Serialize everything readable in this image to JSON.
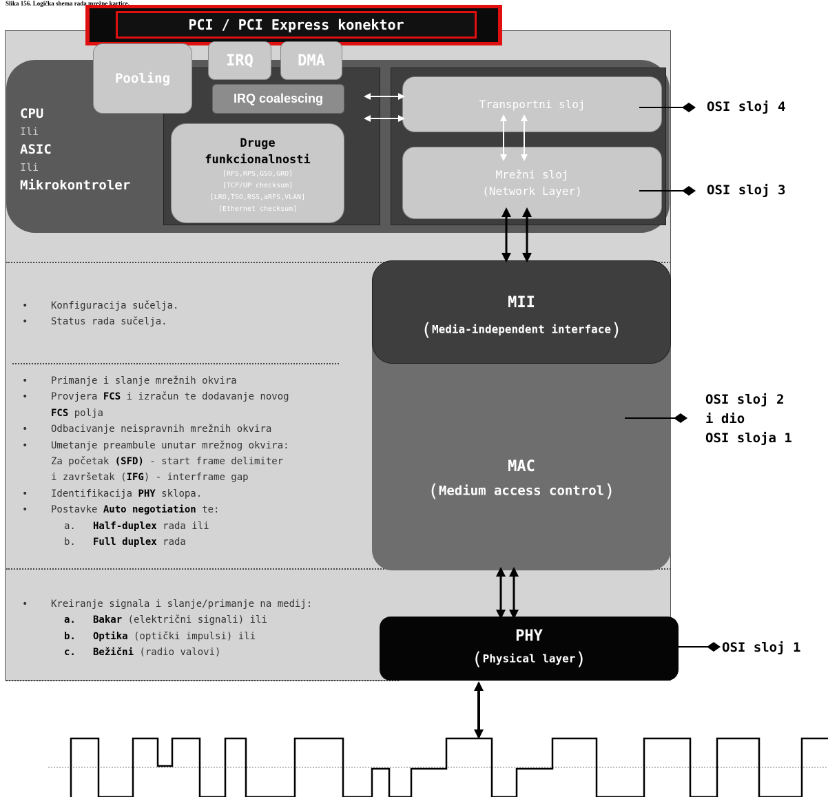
{
  "caption": "Slika 156. Logička shema rada mrežne kartice.",
  "pci": "PCI / PCI Express konektor",
  "cpu": {
    "l1": "CPU",
    "ili1": "Ili",
    "l2": "ASIC",
    "ili2": "Ili",
    "l3": "Mikrokontroler"
  },
  "pooling": "Pooling",
  "irq": "IRQ",
  "dma": "DMA",
  "irq_coalescing": "IRQ coalescing",
  "druge": {
    "title1": "Druge",
    "title2": "funkcionalnosti",
    "lines": [
      "[RFS,RPS,GSO,GRO]",
      "[TCP/UP checksum]",
      "[LRO,TSO,RSS,aRFS,VLAN]",
      "[Ethernet checksum]"
    ]
  },
  "transport": "Transportni sloj",
  "network": {
    "l1": "Mrežni sloj",
    "l2": "(Network Layer)"
  },
  "osi": {
    "l4": "OSI sloj 4",
    "l3": "OSI sloj 3",
    "l2a": "OSI sloj 2",
    "l2b": "i dio",
    "l2c": "OSI sloja 1",
    "l1": "OSI sloj 1"
  },
  "mii": {
    "title": "MII",
    "paren_open": "(",
    "sub": "Media-independent interface",
    "paren_close": ")"
  },
  "mac": {
    "title": "MAC",
    "paren_open": "(",
    "sub": "Medium access control",
    "paren_close": ")"
  },
  "phy": {
    "title": "PHY",
    "paren_open": "(",
    "sub": "Physical layer",
    "paren_close": ")"
  },
  "section1": {
    "bullet": "•",
    "items": [
      "Konfiguracija sučelja.",
      "Status rada sučelja."
    ]
  },
  "section2": {
    "bullet": "•",
    "i1": "Primanje i slanje mrežnih okvira",
    "i2a": "Provjera ",
    "i2b": "FCS",
    "i2c": " i izračun te dodavanje novog",
    "i2d": "FCS",
    "i2e": " polja",
    "i3": "Odbacivanje neispravnih mrežnih okvira",
    "i4a": "Umetanje preambule unutar mrežnog okvira:",
    "i4b": "Za početak ",
    "i4c": "(SFD)",
    "i4d": " - start frame delimiter",
    "i4e": "i završetak (",
    "i4f": "IFG",
    "i4g": ") - interframe gap",
    "i5a": "Identifikacija ",
    "i5b": "PHY",
    "i5c": " sklopa.",
    "i6a": "Postavke ",
    "i6b": "Auto negotiation",
    "i6c": " te:",
    "sa_l": "a.",
    "sa_b": "Half-duplex",
    "sa_t": " rada ili",
    "sb_l": "b.",
    "sb_b": "Full duplex",
    "sb_t": " rada"
  },
  "section3": {
    "bullet": "•",
    "i1": "Kreiranje signala i slanje/primanje na medij:",
    "sa_l": "a.",
    "sa_b": "Bakar",
    "sa_t": " (električni signali) ili",
    "sb_l": "b.",
    "sb_b": "Optika",
    "sb_t": " (optički impulsi) ili",
    "sc_l": "c.",
    "sc_b": "Bežični",
    "sc_t": " (radio valovi)"
  }
}
